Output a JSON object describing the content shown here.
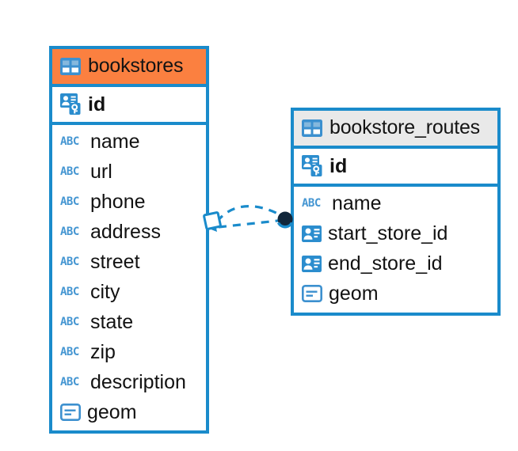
{
  "diagram": {
    "background_color": "#ffffff",
    "accent_color": "#1a8bcb",
    "highlight_color": "#fb8040",
    "header_gray": "#e9e9e9",
    "abc_icon_text": "ABC"
  },
  "entities": [
    {
      "name": "bookstores",
      "title": "bookstores",
      "header_style": "orange",
      "header_icon": "table-icon",
      "primary_key": {
        "label": "id",
        "icon": "primary-key-icon"
      },
      "fields": [
        {
          "label": "name",
          "icon": "text-field-icon"
        },
        {
          "label": "url",
          "icon": "text-field-icon"
        },
        {
          "label": "phone",
          "icon": "text-field-icon"
        },
        {
          "label": "address",
          "icon": "text-field-icon"
        },
        {
          "label": "street",
          "icon": "text-field-icon"
        },
        {
          "label": "city",
          "icon": "text-field-icon"
        },
        {
          "label": "state",
          "icon": "text-field-icon"
        },
        {
          "label": "zip",
          "icon": "text-field-icon"
        },
        {
          "label": "description",
          "icon": "text-field-icon"
        },
        {
          "label": "geom",
          "icon": "geometry-field-icon"
        }
      ]
    },
    {
      "name": "bookstore_routes",
      "title": "bookstore_routes",
      "header_style": "gray",
      "header_icon": "table-icon",
      "primary_key": {
        "label": "id",
        "icon": "primary-key-icon"
      },
      "fields": [
        {
          "label": "name",
          "icon": "text-field-icon"
        },
        {
          "label": "start_store_id",
          "icon": "foreign-key-icon"
        },
        {
          "label": "end_store_id",
          "icon": "foreign-key-icon"
        },
        {
          "label": "geom",
          "icon": "geometry-field-icon"
        }
      ]
    }
  ],
  "relationships": [
    {
      "from": "bookstores",
      "to": "bookstore_routes",
      "line_style": "dashed",
      "source_marker": "diamond-marker",
      "target_marker": "filled-circle-marker",
      "color": "#1a8bcb"
    }
  ]
}
